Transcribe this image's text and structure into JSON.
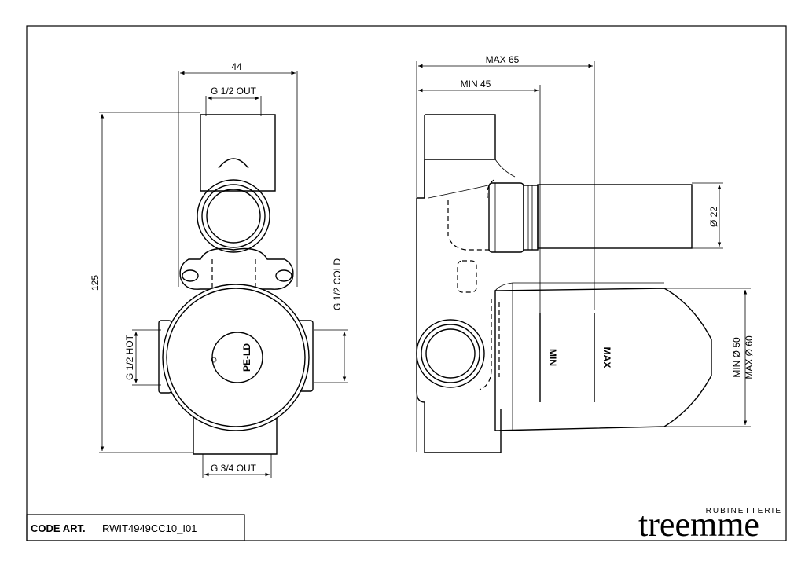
{
  "front_view": {
    "width_dim": "44",
    "height_dim": "125",
    "top_outlet": "G 1/2 OUT",
    "hot_inlet": "G 1/2 HOT",
    "cold_inlet": "G 1/2 COLD",
    "bottom_outlet": "G 3/4 OUT",
    "body_marking": "PE-LD"
  },
  "side_view": {
    "max_depth": "MAX 65",
    "min_depth": "MIN 45",
    "pipe_diameter": "Ø 22",
    "min_cover_diameter": "MIN Ø 50",
    "max_cover_diameter": "MAX Ø 60",
    "min_mark": "MIN",
    "max_mark": "MAX"
  },
  "title_block": {
    "code_label": "CODE ART.",
    "code_value": "RWIT4949CC10_I01"
  },
  "brand": {
    "name": "treemme",
    "tagline": "RUBINETTERIE"
  }
}
